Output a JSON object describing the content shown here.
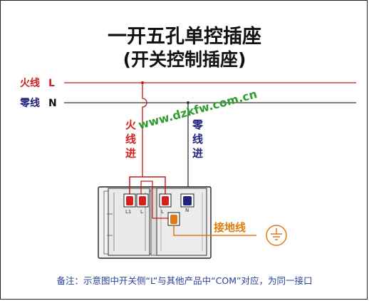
{
  "title_line1": "一开五孔单控插座",
  "title_line2": "(开关控制插座)",
  "live_wire": {
    "label": "火线",
    "letter": "L"
  },
  "neutral_wire": {
    "label": "零线",
    "letter": "N"
  },
  "live_in": {
    "chars": [
      "火",
      "线",
      "进"
    ]
  },
  "neutral_in": {
    "chars": [
      "零",
      "线",
      "进"
    ]
  },
  "watermark": "www.dzkfw.com.cn",
  "terminals": {
    "l1": "L1",
    "l": "L",
    "l_right": "L",
    "n": "N"
  },
  "ground": {
    "label": "接地线",
    "icon": "ground-symbol-icon"
  },
  "footnote": "备注：示意图中开关侧“L”与其他产品中“COM”对应，为同一接口",
  "colors": {
    "live": "#d42020",
    "neutral": "#22237a",
    "ground": "#e07a10",
    "watermark": "#2f9e2f"
  }
}
